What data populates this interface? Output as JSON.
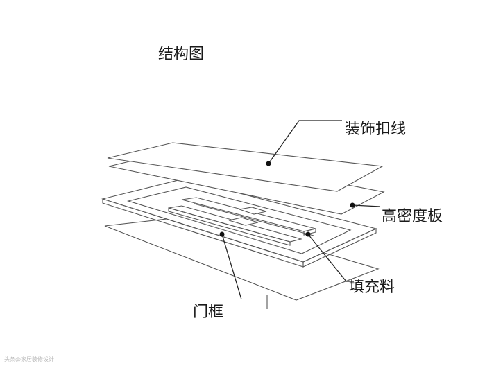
{
  "title": "结构图",
  "labels": {
    "decorative_trim": "装饰扣线",
    "hdf_board": "高密度板",
    "filler": "填充料",
    "door_frame": "门框"
  },
  "watermark": "头条@家居装修设计",
  "colors": {
    "line": "#555555",
    "leader": "#222222",
    "background": "#ffffff"
  }
}
